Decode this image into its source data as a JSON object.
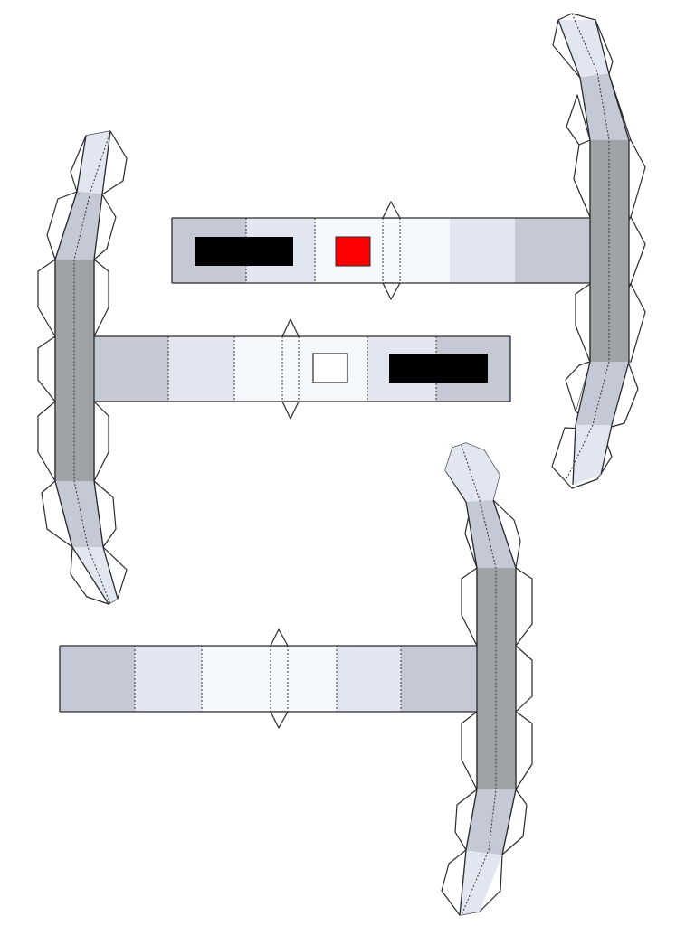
{
  "sheet": {
    "title": "",
    "background": "#ffffff",
    "palette": {
      "shade_dark": "#a0a3a6",
      "shade_mid": "#c4c9d5",
      "shade_light": "#e1e6f0",
      "shade_pale": "#f5f8fc",
      "marking_black": "#000000",
      "marking_red": "#ff0000",
      "line": "#2a2a2a"
    }
  },
  "pieces": [
    {
      "name": "upper-right-t-piece",
      "bar_bands": [
        "shade_mid",
        "shade_light",
        "shade_pale",
        "shade_pale",
        "shade_pale",
        "shade_light",
        "shade_mid"
      ],
      "markings": [
        "black-stripe",
        "red-square"
      ]
    },
    {
      "name": "middle-left-t-piece",
      "bar_bands": [
        "shade_mid",
        "shade_light",
        "shade_pale",
        "shade_pale",
        "shade_pale",
        "shade_light",
        "shade_mid"
      ],
      "markings": [
        "outlined-square",
        "black-stripe"
      ]
    },
    {
      "name": "lower-t-piece",
      "bar_bands": [
        "shade_mid",
        "shade_light",
        "shade_pale",
        "shade_pale",
        "shade_pale",
        "shade_light",
        "shade_mid"
      ],
      "markings": []
    }
  ]
}
